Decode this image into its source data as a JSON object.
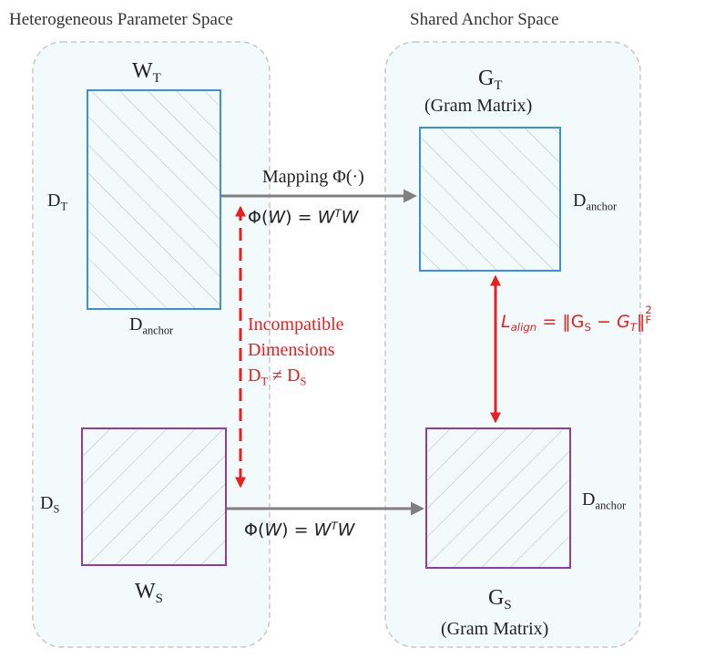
{
  "left_panel": {
    "title": "Heterogeneous Parameter Space",
    "teacher": {
      "symbol": "W",
      "subscript": "T",
      "row_dim": "D",
      "row_dim_sub": "T",
      "col_dim": "D",
      "col_dim_sub": "anchor"
    },
    "student": {
      "symbol": "W",
      "subscript": "S",
      "row_dim": "D",
      "row_dim_sub": "S"
    }
  },
  "right_panel": {
    "title": "Shared Anchor Space",
    "teacher_gram": {
      "symbol": "G",
      "subscript": "T",
      "caption": "(Gram Matrix)",
      "dim": "D",
      "dim_sub": "anchor"
    },
    "student_gram": {
      "symbol": "G",
      "subscript": "S",
      "caption": "(Gram Matrix)",
      "dim": "D",
      "dim_sub": "anchor"
    }
  },
  "mapping": {
    "label": "Mapping Φ(·)",
    "formula_lhs": "Φ(",
    "formula_var": "W",
    "formula_mid": ") = ",
    "formula_w": "W",
    "formula_sup": "T",
    "formula_w2": "W"
  },
  "incompatible": {
    "line1": "Incompatible",
    "line2": "Dimensions",
    "line3_a": "D",
    "line3_a_sub": "T",
    "line3_op": " ≠ D",
    "line3_b_sub": "S"
  },
  "align_loss": {
    "L": "L",
    "L_sub": "align",
    "eq": " = ‖G",
    "gs_sub": "S",
    "minus": " − ",
    "G": "G",
    "gt_sub": "T",
    "norm": "‖",
    "norm_sup": "2",
    "norm_sub": "F"
  },
  "colors": {
    "teacher_box": "#3b8fdc",
    "student_box": "#8e3bb0",
    "red": "#e8201f",
    "arrow_gray": "#808080",
    "panel_fill": "#f3fafc",
    "panel_border": "#c8c8c8",
    "hatch": "#b9b9b9"
  }
}
